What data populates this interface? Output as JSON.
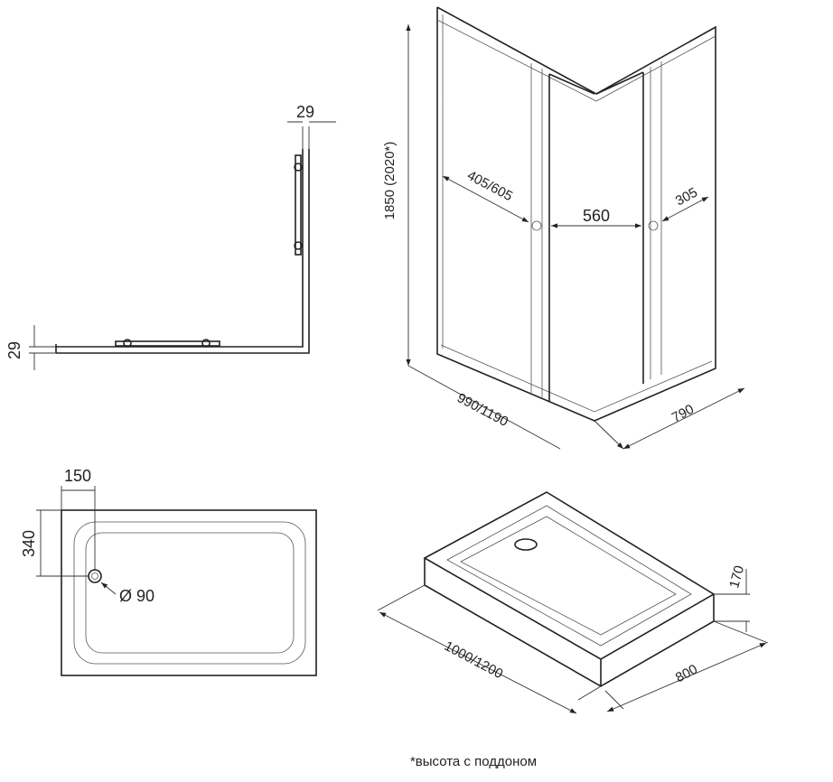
{
  "plan_view": {
    "dim_top": "29",
    "dim_left": "29"
  },
  "enclosure_view": {
    "height": "1850 (2020*)",
    "left_door_opening": "405/605",
    "center_panel": "560",
    "right_door_opening": "305",
    "width": "990/1190",
    "depth": "790"
  },
  "tray_plan": {
    "drain_x": "150",
    "drain_y": "340",
    "drain_diameter": "Ø 90"
  },
  "tray_iso": {
    "height": "170",
    "length": "1000/1200",
    "width": "800"
  },
  "footnote": "*высота с поддоном"
}
